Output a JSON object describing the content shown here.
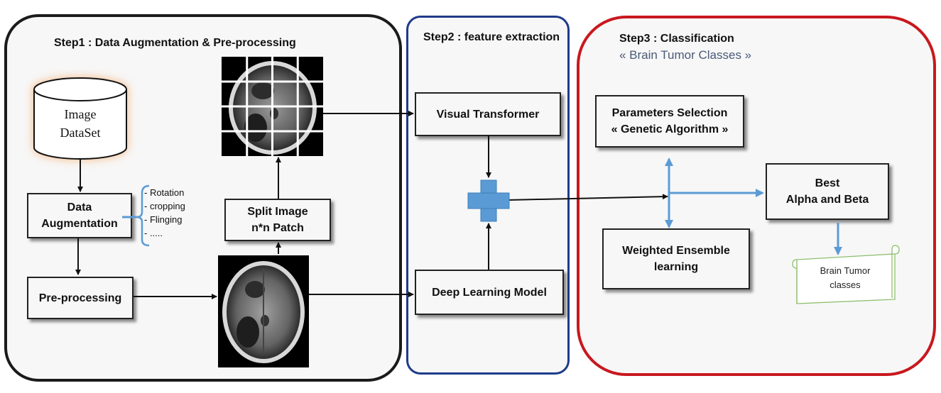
{
  "step1": {
    "title": "Step1 : Data Augmentation & Pre-processing",
    "dataset_line1": "Image",
    "dataset_line2": "DataSet",
    "augmentation_line1": "Data",
    "augmentation_line2": "Augmentation",
    "augmentation_list": [
      "- Rotation",
      "- cropping",
      "- Flinging",
      "-    ....."
    ],
    "preprocessing": "Pre-processing",
    "split_line1": "Split Image",
    "split_line2": "n*n Patch"
  },
  "step2": {
    "title": "Step2 : feature extraction",
    "visual_transformer": "Visual Transformer",
    "deep_learning": "Deep Learning Model"
  },
  "step3": {
    "title": "Step3 : Classification",
    "subtitle": "« Brain Tumor Classes »",
    "params_line1": "Parameters Selection",
    "params_line2": "« Genetic Algorithm »",
    "ensemble_line1": "Weighted Ensemble",
    "ensemble_line2": "learning",
    "best_line1": "Best",
    "best_line2": "Alpha and Beta",
    "output_line1": "Brain Tumor",
    "output_line2": "classes"
  },
  "colors": {
    "panel1_border": "#1b1b1b",
    "panel2_border": "#1f3b8a",
    "panel3_border": "#c8181e",
    "flow_blue": "#5b9bd5",
    "scroll_green": "#8fbf6f",
    "glow_orange": "#f4a460"
  },
  "icons": [
    "database-cylinder-icon",
    "plus-icon",
    "scroll-icon",
    "mri-scan-image"
  ]
}
